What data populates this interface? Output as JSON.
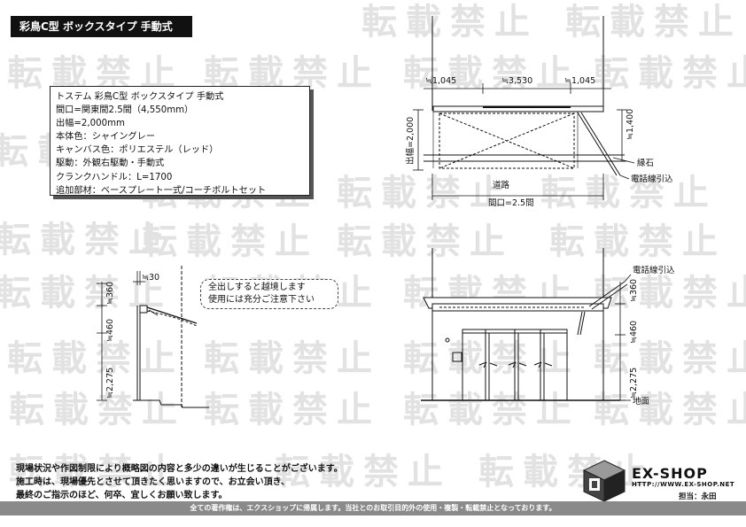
{
  "title": "彩鳥C型 ボックスタイプ 手動式",
  "watermark_text": "転載禁止",
  "spec_lines": [
    "トステム 彩鳥C型 ボックスタイプ 手動式",
    "間口=関東間2.5間（4,550mm）",
    "出幅=2,000mm",
    "本体色：シャイングレー",
    "キャンバス色：ポリエステル（レッド）",
    "駆動：外観右駆動・手動式",
    "クランクハンドル：L=1700",
    "追加部材：ベースプレート一式/コーチボルトセット"
  ],
  "plan": {
    "dim_left": "≒1,045",
    "dim_center": "≒3,530",
    "dim_right": "≒1,045",
    "depth": "出幅=2,000",
    "height": "≒1,400",
    "curb": "縁石",
    "phone_line": "電話線引込",
    "road": "道路",
    "frontage": "間口=2.5間"
  },
  "side": {
    "dim_30": "≒30",
    "dim_360": "≒360",
    "dim_460": "≒460",
    "dim_2275": "≒2,275",
    "note_lines": [
      "全出しすると越境します",
      "使用には充分ご注意下さい"
    ]
  },
  "front": {
    "phone_line": "電話線引込",
    "dim_360": "≒360",
    "dim_460": "≒460",
    "dim_2275": "≒2,275",
    "ground": "地面"
  },
  "notice_lines": [
    "現場状況や作図制限により概略図の内容と多少の違いが生じることがございます。",
    "施工時は、現場優先とさせて頂きたく思いますので、お立会い頂き、",
    "最終のご指示のほど、何卒、宜しくお願い致します。"
  ],
  "footer": "全ての著作権は、エクスショップに帰属します。当社とのお取引目的外の使用・複製・転載禁止となっております。",
  "logo": {
    "name": "EX-SHOP",
    "url": "HTTP://WWW.EX-SHOP.NET",
    "staff": "担当：永田"
  }
}
